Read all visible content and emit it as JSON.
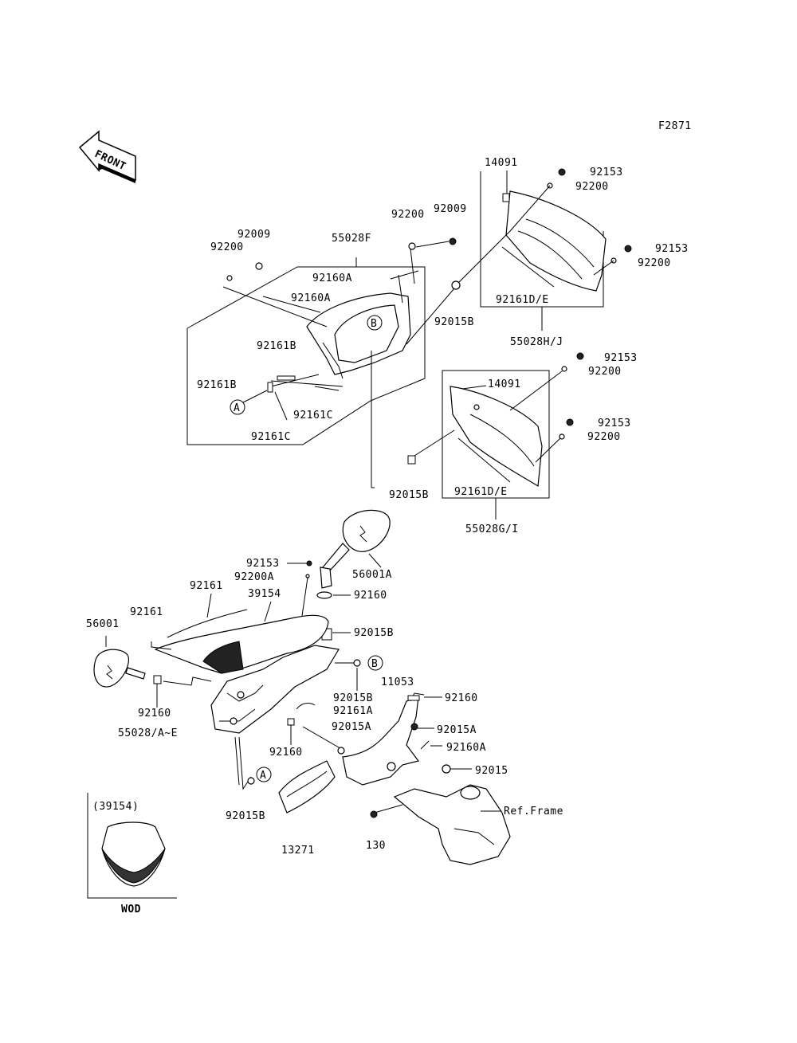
{
  "figure_id": "F2871",
  "front_label": "FRONT",
  "callouts": {
    "a": "A",
    "b": "B"
  },
  "parts": {
    "p14091_top": "14091",
    "p14091_mid": "14091",
    "p92153_1": "92153",
    "p92200_1": "92200",
    "p92153_2": "92153",
    "p92200_2": "92200",
    "p92153_3": "92153",
    "p92200_3": "92200",
    "p92153_4": "92153",
    "p92200_4": "92200",
    "p92161de_top": "92161D/E",
    "p55028hj": "55028H/J",
    "p92200_top": "92200",
    "p92009_top": "92009",
    "p92009_left": "92009",
    "p92200_left": "92200",
    "p55028f": "55028F",
    "p92160a_1": "92160A",
    "p92160a_2": "92160A",
    "p92015b_1": "92015B",
    "p92161b_1": "92161B",
    "p92161b_2": "92161B",
    "p92161c_1": "92161C",
    "p92161c_2": "92161C",
    "p92015b_2": "92015B",
    "p92161de_mid": "92161D/E",
    "p55028gi": "55028G/I",
    "p92153_5": "92153",
    "p92200a": "92200A",
    "p56001a": "56001A",
    "p92161_1": "92161",
    "p39154": "39154",
    "p92160_1": "92160",
    "p92161_2": "92161",
    "p56001": "56001",
    "p92015b_3": "92015B",
    "p92015b_4": "92015B",
    "p92161a": "92161A",
    "p11053": "11053",
    "p92160_2": "92160",
    "p92160_3": "92160",
    "p55028ae": "55028/A~E",
    "p92015a_1": "92015A",
    "p92015a_2": "92015A",
    "p92160_4": "92160",
    "p92160a_3": "92160A",
    "p92015": "92015",
    "p92015b_5": "92015B",
    "p13271": "13271",
    "p130": "130",
    "ref_frame": "Ref.Frame"
  },
  "inset": {
    "part_ref": "(39154)",
    "caption": "WOD"
  }
}
